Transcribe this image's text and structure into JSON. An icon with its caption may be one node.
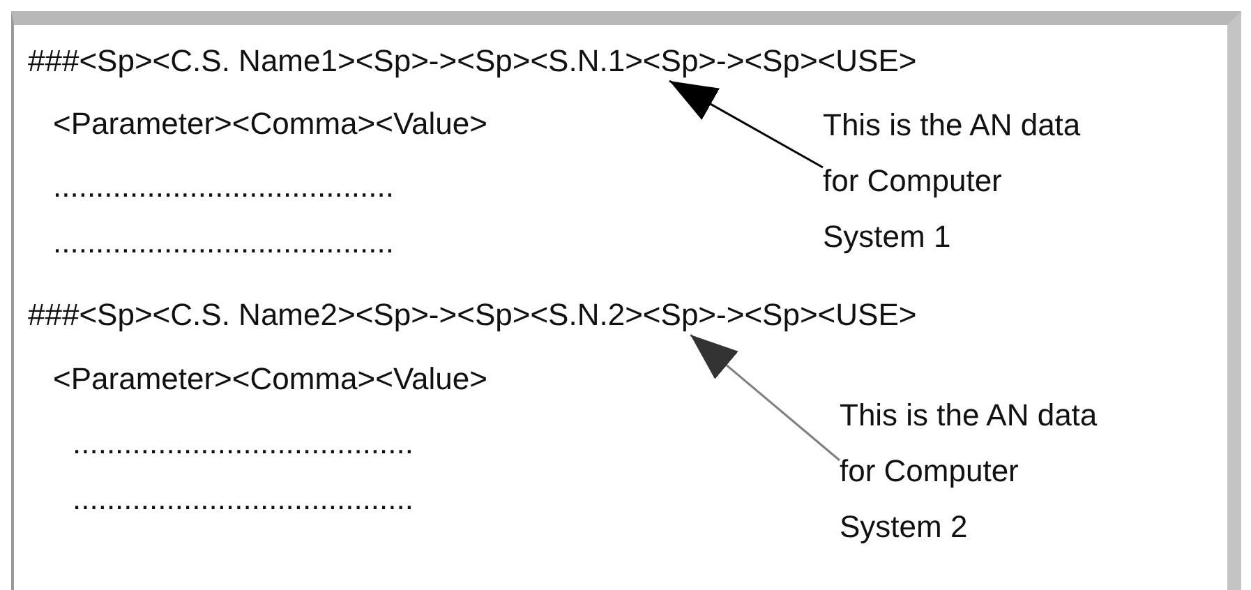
{
  "diagram": {
    "nodes": [
      {
        "text": [
          "###<Sp><C.S. Name1><Sp>-><Sp><S.N.1><Sp>-><Sp><USE>"
        ]
      },
      {
        "text": [
          "This is the AN data for Computer System 1"
        ]
      },
      {
        "text": [
          "###<Sp><C.S. Name2><Sp>-><Sp><S.N.2><Sp>-><Sp><USE>"
        ]
      },
      {
        "text": [
          "This is the AN data for Computer System 2"
        ]
      }
    ],
    "edges": [
      {
        "from": 1,
        "to": 0,
        "arrow": "to"
      },
      {
        "from": 3,
        "to": 2,
        "arrow": "to",
        "color": "#808080"
      }
    ],
    "labels": [
      "<Parameter><Comma><Value>",
      "........................................",
      "........................................",
      "<Parameter><Comma><Value>",
      "........................................",
      "........................................"
    ]
  }
}
